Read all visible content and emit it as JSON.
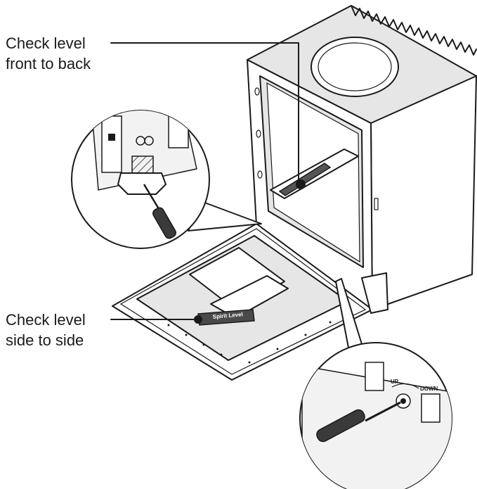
{
  "callouts": {
    "front_to_back": [
      "Check level",
      "front to back"
    ],
    "side_to_side": [
      "Check level",
      "side to side"
    ]
  },
  "spirit_level_text": "Spirit Level",
  "adjust_labels": {
    "up": "UP",
    "down": "DOWN"
  }
}
